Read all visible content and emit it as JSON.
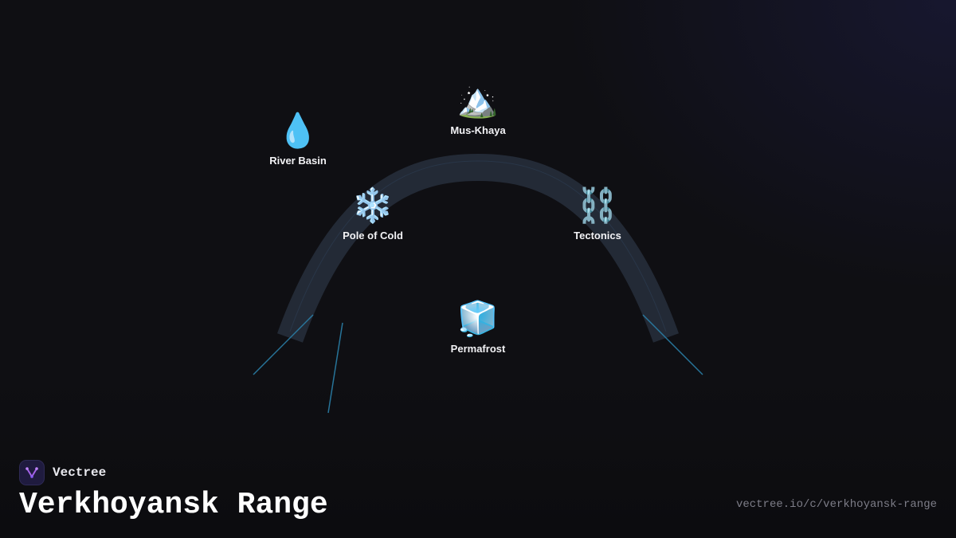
{
  "diagram": {
    "nodes": [
      {
        "id": "river-basin",
        "icon": "💧",
        "icon_name": "water-drop-icon",
        "label": "River Basin"
      },
      {
        "id": "mus-khaya",
        "icon": "🏔️",
        "icon_name": "snow-mountain-icon",
        "label": "Mus-Khaya"
      },
      {
        "id": "pole-of-cold",
        "icon": "❄️",
        "icon_name": "snowflake-icon",
        "label": "Pole of Cold"
      },
      {
        "id": "tectonics",
        "icon": "⛓️",
        "icon_name": "chain-icon",
        "label": "Tectonics"
      },
      {
        "id": "permafrost",
        "icon": "🧊",
        "icon_name": "ice-cube-icon",
        "label": "Permafrost"
      }
    ],
    "colors": {
      "arch": "#232a36",
      "arch_inner": "#2b3a4e",
      "connector": "#2a7fa8"
    }
  },
  "brand": {
    "name": "Vectree",
    "logo_icon": "vectree-logo-icon",
    "accent": "#a463e8"
  },
  "page": {
    "title": "Verkhoyansk Range",
    "url": "vectree.io/c/verkhoyansk-range",
    "background": "#0f0f13"
  }
}
